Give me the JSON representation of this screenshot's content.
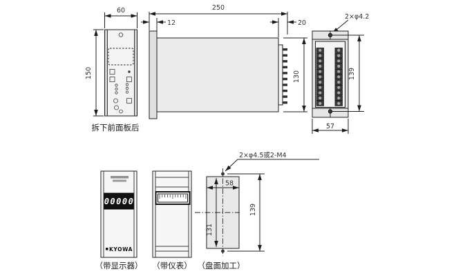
{
  "drawing": {
    "colors": {
      "line": "#1c1c1c",
      "panel_fill": "#e9e9e9",
      "display_bg": "#111111",
      "display_digits": "#ffffff"
    },
    "front_view": {
      "dim_width": "60",
      "dim_height": "150",
      "caption": "拆下前面板后"
    },
    "side_view": {
      "dim_length": "250",
      "dim_front_depth": "12",
      "dim_rear_depth": "20",
      "dim_height": "130"
    },
    "rear_view": {
      "hole_callout": "2×φ4.2",
      "dim_hole_pitch": "139",
      "dim_width": "57"
    },
    "display_panel": {
      "display_value": "00000",
      "brand": "KYOWA",
      "caption": "（带显示器）"
    },
    "meter_panel": {
      "caption": "（带仪表）"
    },
    "cutout_view": {
      "hole_callout": "2×φ4.5或2-M4",
      "dim_cutout_width": "58",
      "dim_cutout_height": "131",
      "dim_hole_pitch": "139",
      "caption": "（盘面加工）"
    }
  }
}
